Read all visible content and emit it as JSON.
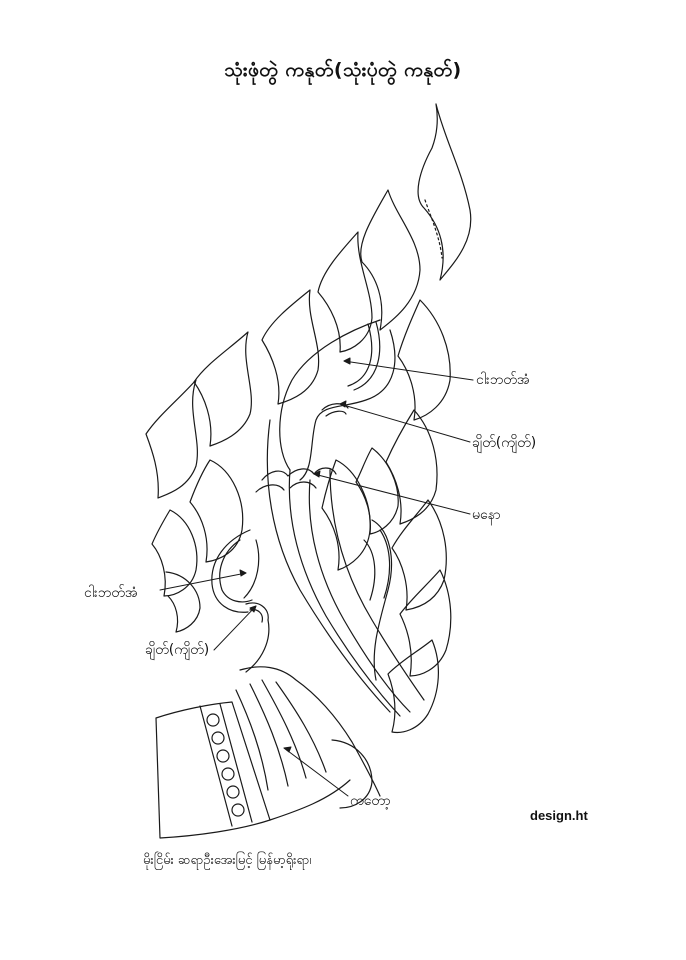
{
  "title": "သုံးဖုံတွဲ ကနုတ်(သုံးပုံတွဲ ကနုတ်)",
  "labels": {
    "ngathat_upper": "ငါးဘတ်အံ",
    "chyat_upper": "ချိတ်(ကျိတ်)",
    "mano": "မနော",
    "ngathat_lower": "ငါးဘတ်အံ",
    "chyat_lower": "ချိတ်(ကျိတ်)",
    "kataw": "ကတော့"
  },
  "brand": "design.ht",
  "credit": "မိုးငြိမ်း ဆရာဦးအေးမြင့် မြန်မာ့ရိုးရာ၊"
}
